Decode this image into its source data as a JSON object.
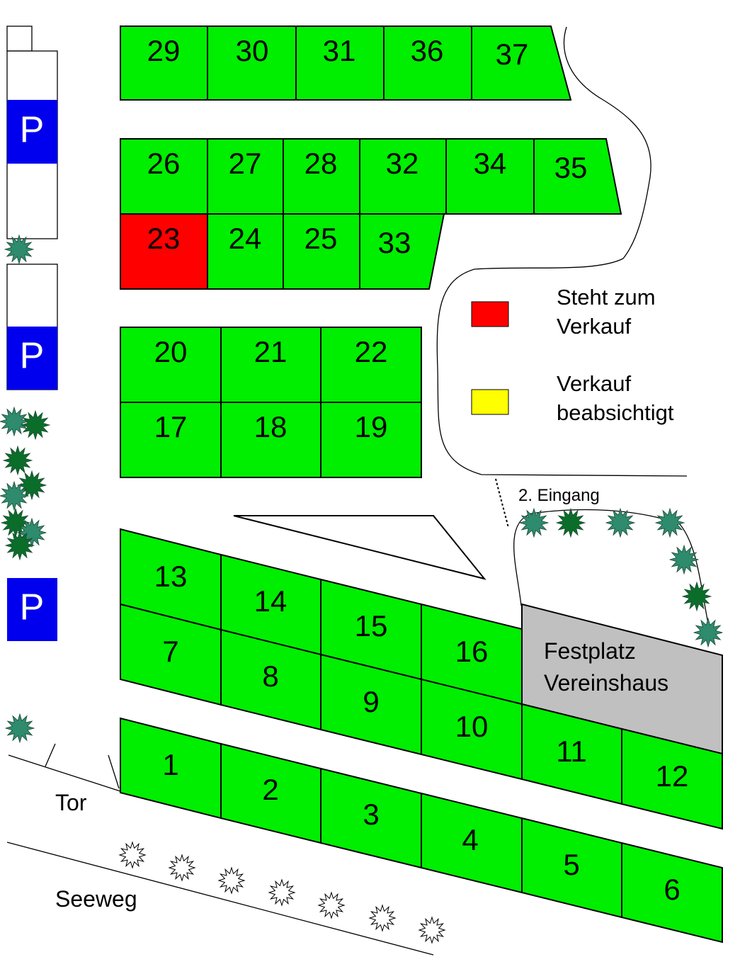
{
  "colors": {
    "plot": "#00ee00",
    "for_sale": "#ff0000",
    "sale_intended": "#ffff00",
    "clubhouse": "#c0c0c0",
    "parking": "#0000ee",
    "tree_light": "#2e8b6e",
    "tree_dark": "#0a6e2a"
  },
  "legend": {
    "for_sale_line1": "Steht zum",
    "for_sale_line2": "Verkauf",
    "intended_line1": "Verkauf",
    "intended_line2": "beabsichtigt"
  },
  "labels": {
    "festplatz_line1": "Festplatz",
    "festplatz_line2": "Vereinshaus",
    "second_entrance": "2. Eingang",
    "gate": "Tor",
    "lake_path": "Seeweg",
    "parking_letter": "P"
  },
  "plots": [
    {
      "id": "29",
      "status": "normal"
    },
    {
      "id": "30",
      "status": "normal"
    },
    {
      "id": "31",
      "status": "normal"
    },
    {
      "id": "36",
      "status": "normal"
    },
    {
      "id": "37",
      "status": "normal"
    },
    {
      "id": "26",
      "status": "normal"
    },
    {
      "id": "27",
      "status": "normal"
    },
    {
      "id": "28",
      "status": "normal"
    },
    {
      "id": "32",
      "status": "normal"
    },
    {
      "id": "34",
      "status": "normal"
    },
    {
      "id": "35",
      "status": "normal"
    },
    {
      "id": "23",
      "status": "for_sale"
    },
    {
      "id": "24",
      "status": "normal"
    },
    {
      "id": "25",
      "status": "normal"
    },
    {
      "id": "33",
      "status": "normal"
    },
    {
      "id": "20",
      "status": "normal"
    },
    {
      "id": "21",
      "status": "normal"
    },
    {
      "id": "22",
      "status": "normal"
    },
    {
      "id": "17",
      "status": "normal"
    },
    {
      "id": "18",
      "status": "normal"
    },
    {
      "id": "19",
      "status": "normal"
    },
    {
      "id": "13",
      "status": "normal"
    },
    {
      "id": "14",
      "status": "normal"
    },
    {
      "id": "15",
      "status": "normal"
    },
    {
      "id": "16",
      "status": "normal"
    },
    {
      "id": "7",
      "status": "normal"
    },
    {
      "id": "8",
      "status": "normal"
    },
    {
      "id": "9",
      "status": "normal"
    },
    {
      "id": "10",
      "status": "normal"
    },
    {
      "id": "11",
      "status": "normal"
    },
    {
      "id": "12",
      "status": "normal"
    },
    {
      "id": "1",
      "status": "normal"
    },
    {
      "id": "2",
      "status": "normal"
    },
    {
      "id": "3",
      "status": "normal"
    },
    {
      "id": "4",
      "status": "normal"
    },
    {
      "id": "5",
      "status": "normal"
    },
    {
      "id": "6",
      "status": "normal"
    }
  ]
}
